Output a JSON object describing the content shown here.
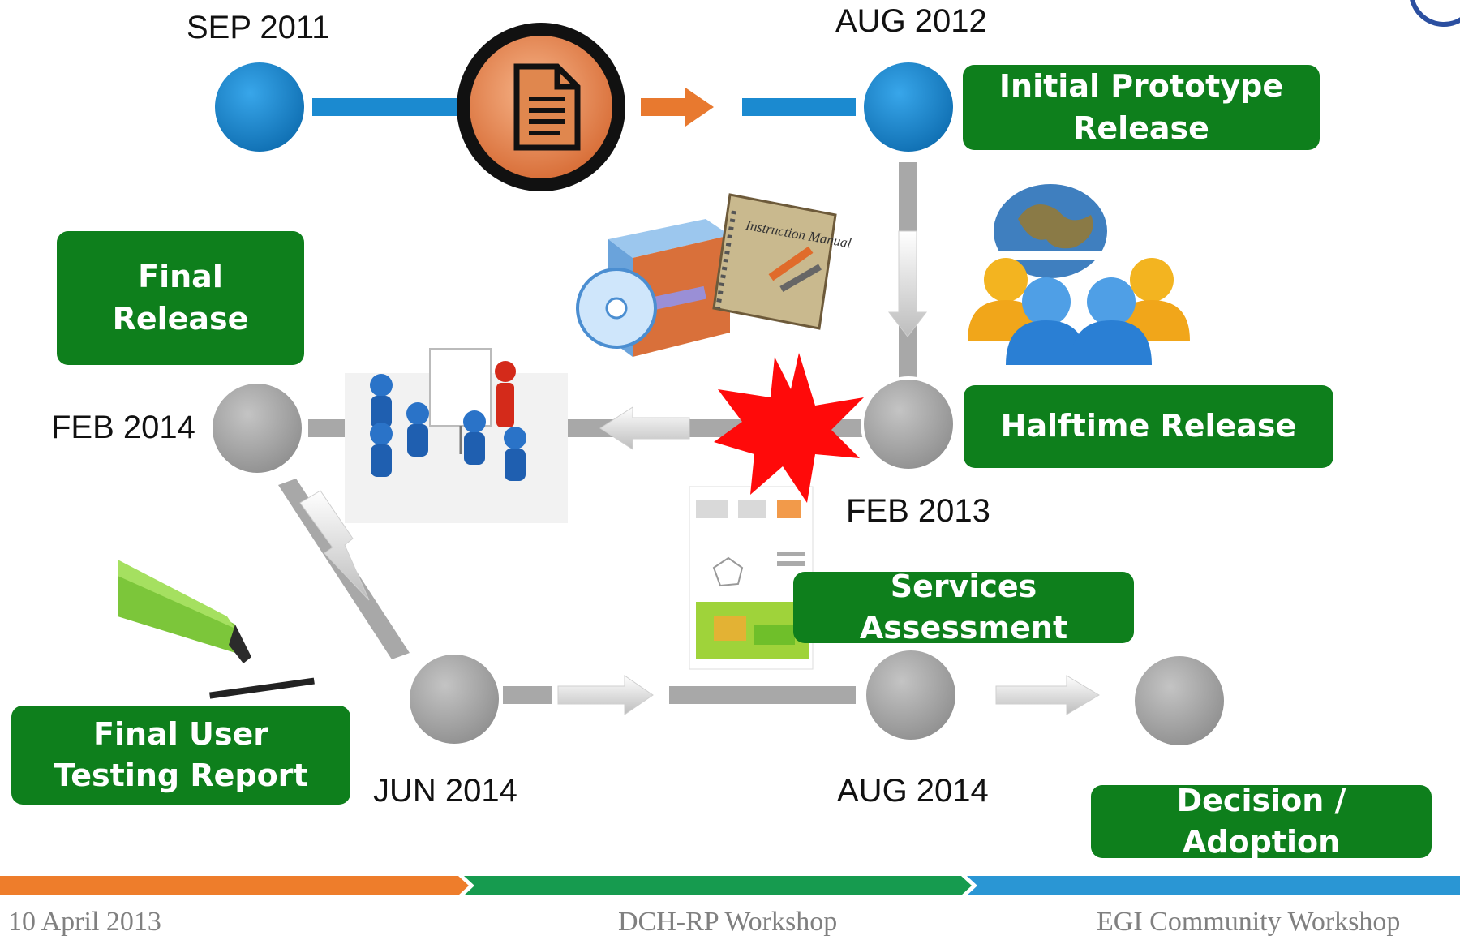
{
  "dates": {
    "sep2011": "SEP 2011",
    "aug2012": "AUG 2012",
    "feb2014": "FEB 2014",
    "feb2013": "FEB 2013",
    "jun2014": "JUN 2014",
    "aug2014": "AUG 2014"
  },
  "milestones": {
    "initial_prototype": "Initial Prototype Release",
    "final_release": "Final Release",
    "halftime_release": "Halftime Release",
    "services_assessment": "Services Assessment",
    "final_user_testing": "Final User Testing Report",
    "decision_adoption": "Decision / Adoption"
  },
  "manual_label": "Instruction Manual",
  "footer": {
    "date": "10 April 2013",
    "center": "DCH-RP Workshop",
    "right": "EGI Community Workshop"
  },
  "colors": {
    "milestone_box": "#0e7f1c",
    "node_done": "#1b8ad0",
    "node_pending": "#a8a8a8",
    "footer_orange": "#ee7d2b",
    "footer_green": "#169b4f",
    "footer_blue": "#2a96d4"
  },
  "icons": [
    "document-icon",
    "software-box-icon",
    "presentation-icon",
    "users-globe-icon",
    "pen-icon",
    "starburst-icon",
    "report-thumbnail"
  ]
}
